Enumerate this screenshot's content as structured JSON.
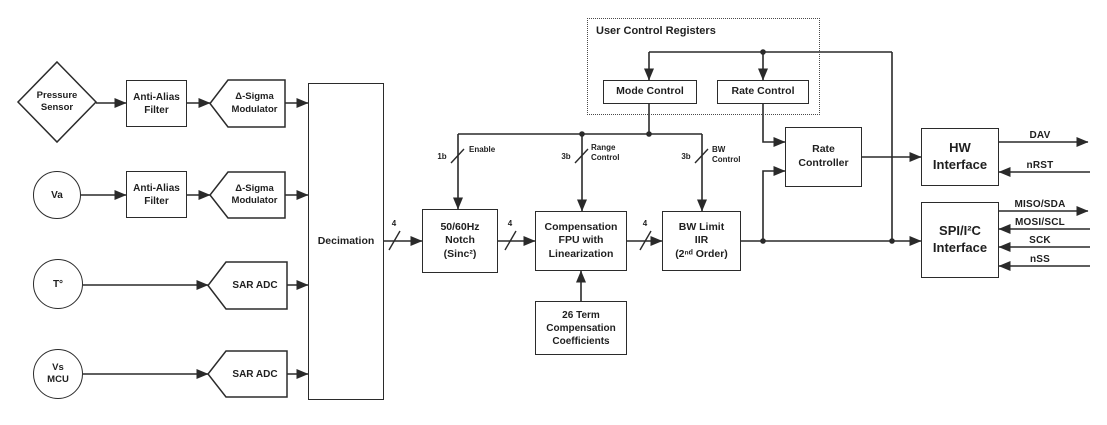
{
  "sources": {
    "pressure": "Pressure\nSensor",
    "va": "Va",
    "temperature": "T°",
    "vs_mcu": "Vs\nMCU"
  },
  "blocks": {
    "anti_alias_filter": "Anti-Alias\nFilter",
    "delta_sigma_modulator": "Δ-Sigma\nModulator",
    "sar_adc": "SAR ADC",
    "decimation": "Decimation",
    "notch_filter": "50/60Hz\nNotch\n(Sinc²)",
    "compensation_fpu": "Compensation\nFPU with\nLinearization",
    "bw_limit_iir": "BW Limit\nIIR\n(2ⁿᵈ Order)",
    "coefficients": "26 Term\nCompensation\nCoefficients",
    "rate_controller": "Rate\nController",
    "hw_interface": "HW\nInterface",
    "spi_i2c_interface": "SPI/I²C\nInterface"
  },
  "registers": {
    "title": "User Control Registers",
    "mode_control": "Mode Control",
    "rate_control": "Rate Control"
  },
  "bus_labels": {
    "enable_width": "1b",
    "enable_name": "Enable",
    "range_width": "3b",
    "range_name": "Range\nControl",
    "bw_width": "3b",
    "bw_name": "BW\nControl",
    "width4": "4"
  },
  "pins": {
    "dav": "DAV",
    "nrst": "nRST",
    "miso_sda": "MISO/SDA",
    "mosi_scl": "MOSI/SCL",
    "sck": "SCK",
    "nss": "nSS"
  },
  "colors": {
    "line": "#2a2a2a",
    "background": "#ffffff"
  }
}
